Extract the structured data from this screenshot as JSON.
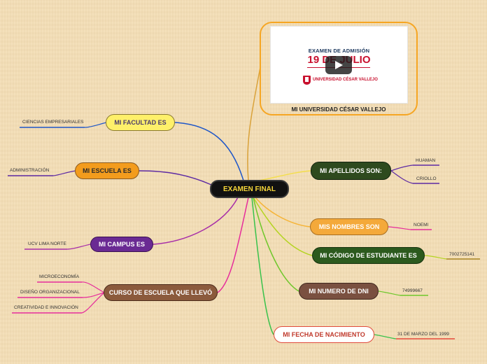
{
  "central": {
    "label": "EXAMEN FINAL"
  },
  "media": {
    "heading": "EXAMEN DE ADMISIÓN",
    "date_text": "19 DE JULIO",
    "university_logo_text": "UNIVERSIDAD CÉSAR VALLEJO",
    "caption": "MI UNIVERSIDAD CÉSAR VALLEJO"
  },
  "left_topics": {
    "facultad": {
      "label": "MI FACULTAD ES",
      "items": [
        "CIENCIAS EMPRESARIALES"
      ]
    },
    "escuela": {
      "label": "MI ESCUELA ES",
      "items": [
        "ADMINISTRACIÓN"
      ]
    },
    "campus": {
      "label": "MI CAMPUS ES",
      "items": [
        "UCV LIMA NORTE"
      ]
    },
    "cursos": {
      "label": "CURSO DE ESCUELA QUE LLEVÓ",
      "items": [
        "MICROECONOMÍA",
        "DISEÑO ORGANIZACIONAL",
        "CREATIVIDAD E INNOVACIÓN"
      ]
    }
  },
  "right_topics": {
    "apellidos": {
      "label": "MI APELLIDOS SON:",
      "items": [
        "HUAMAN",
        "CRIOLLO"
      ]
    },
    "nombres": {
      "label": "MIS NOMBRES SON",
      "items": [
        "NOEMI"
      ]
    },
    "codigo": {
      "label": "MI CÓDIGO DE ESTUDIANTE ES",
      "items": [
        "7002725141"
      ]
    },
    "dni": {
      "label": "MI NUMERO DE DNI",
      "items": [
        "74999667"
      ]
    },
    "nacimiento": {
      "label": "MI FECHA DE NACIMIENTO",
      "items": [
        "31 DE MARZO DEL 1999"
      ]
    }
  },
  "colors": {
    "central_bg": "#111111",
    "central_text": "#f5d63a",
    "facultad": "#fef06a",
    "escuela": "#f39c1d",
    "campus": "#6a2a93",
    "cursos": "#8b5a3c",
    "apellidos": "#2e4a1e",
    "nombres": "#f4a93a",
    "codigo": "#2c5a1e",
    "dni": "#7a5040",
    "nacimiento": "#ffffff",
    "video_frame": "#f6a623"
  }
}
